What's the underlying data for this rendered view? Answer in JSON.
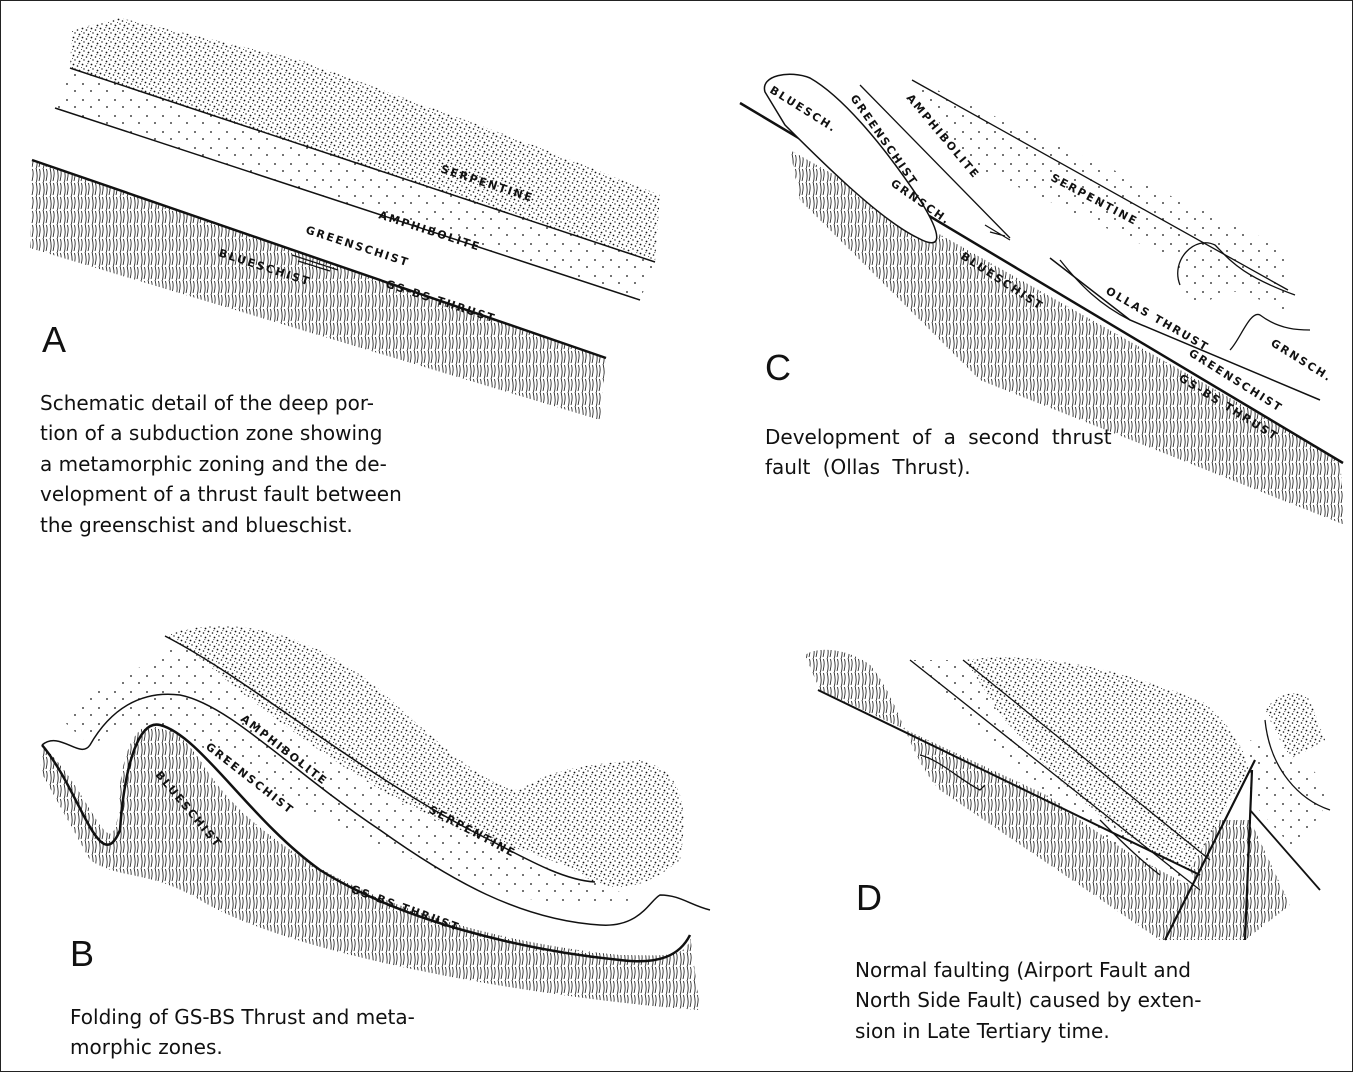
{
  "panels": {
    "a": {
      "letter": "A",
      "caption_lines": [
        "Schematic detail of the deep por-",
        "tion of a subduction zone showing",
        "a metamorphic zoning and the de-",
        "velopment of a thrust fault between",
        "the greenschist and blueschist."
      ],
      "labels": {
        "serpentine": "SERPENTINE",
        "amphibolite": "AMPHIBOLITE",
        "greenschist": "GREENSCHIST",
        "blueschist": "BLUESCHIST",
        "thrust": "GS-BS THRUST"
      }
    },
    "b": {
      "letter": "B",
      "caption_lines": [
        "Folding of GS-BS Thrust and meta-",
        "morphic zones."
      ],
      "labels": {
        "amphibolite": "AMPHIBOLITE",
        "greenschist": "GREENSCHIST",
        "blueschist": "BLUESCHIST",
        "serpentine": "SERPENTINE",
        "thrust": "GS-BS THRUST"
      }
    },
    "c": {
      "letter": "C",
      "caption_lines": [
        "Development of a second thrust",
        "fault (Ollas Thrust)."
      ],
      "labels": {
        "bluesch": "BLUESCH.",
        "greenschist": "GREENSCHIST",
        "amphibolite": "AMPHIBOLITE",
        "serpentine": "SERPENTINE",
        "grnsch_left": "GRNSCH.",
        "blueschist": "BLUESCHIST",
        "ollas": "OLLAS THRUST",
        "grnsch_right": "GRNSCH.",
        "greenschist_lower": "GREENSCHIST",
        "gsbs": "GS-BS THRUST"
      }
    },
    "d": {
      "letter": "D",
      "caption_lines": [
        "Normal faulting (Airport Fault and",
        "North Side Fault) caused by exten-",
        "sion in Late Tertiary time."
      ]
    }
  },
  "colors": {
    "ink": "#111111",
    "paper": "#ffffff"
  }
}
